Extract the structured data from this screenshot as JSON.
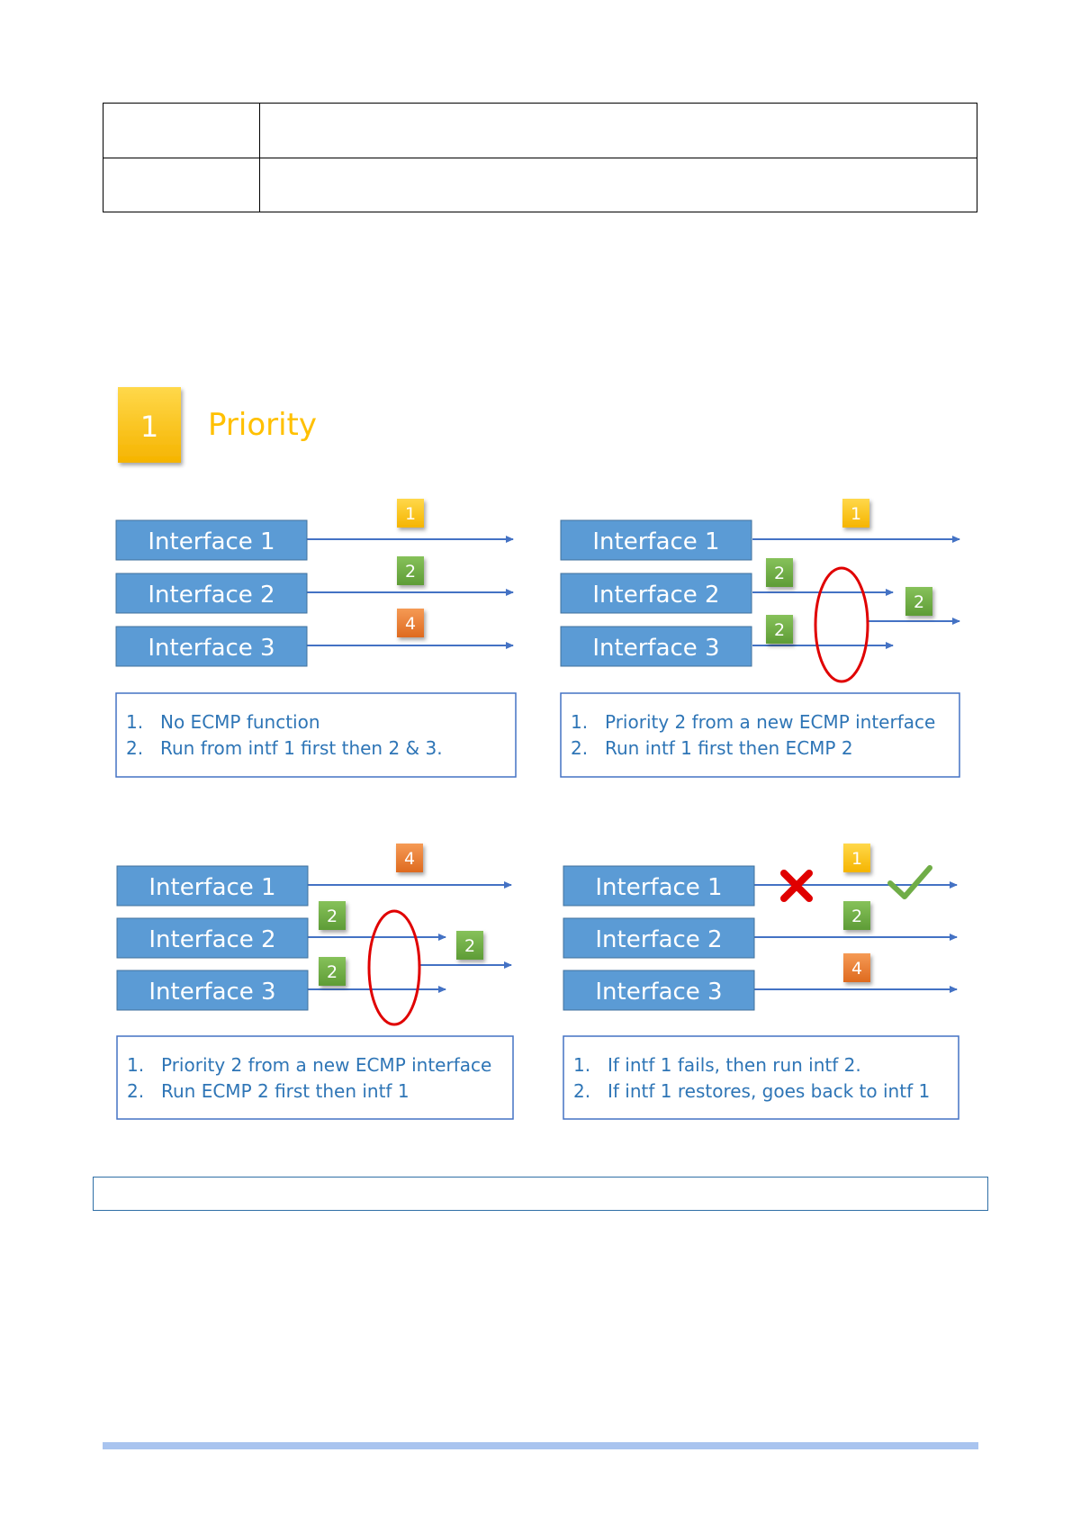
{
  "heading": {
    "number": "1",
    "title": "Priority"
  },
  "interface_labels": [
    "Interface 1",
    "Interface 2",
    "Interface 3"
  ],
  "panels": [
    {
      "badges": [
        "1",
        "2",
        "4"
      ],
      "notes": [
        "No ECMP function",
        "Run from intf 1 first then 2 & 3."
      ]
    },
    {
      "badges": [
        "1",
        "2",
        "2",
        "2"
      ],
      "notes": [
        "Priority 2 from a new ECMP interface",
        "Run intf 1 first then ECMP 2"
      ]
    },
    {
      "badges": [
        "4",
        "2",
        "2",
        "2"
      ],
      "notes": [
        "Priority 2 from a new ECMP interface",
        "Run ECMP 2 first then intf 1"
      ]
    },
    {
      "badges": [
        "1",
        "2",
        "4"
      ],
      "notes": [
        "If intf 1 fails, then run intf 2.",
        "If intf 1 restores, goes back to intf 1"
      ]
    }
  ],
  "note_numbers": [
    "1.",
    "2."
  ],
  "colors": {
    "interface_fill": "#5b9bd5",
    "arrow": "#4472c4",
    "badge_yellow": "#ffc000",
    "badge_green": "#70ad47",
    "badge_orange": "#ed7d31",
    "heading_title": "#ffc000",
    "note_text": "#2e75b6",
    "ecmp_ellipse": "#e00000"
  },
  "icons": [
    "cross-icon",
    "check-icon"
  ]
}
